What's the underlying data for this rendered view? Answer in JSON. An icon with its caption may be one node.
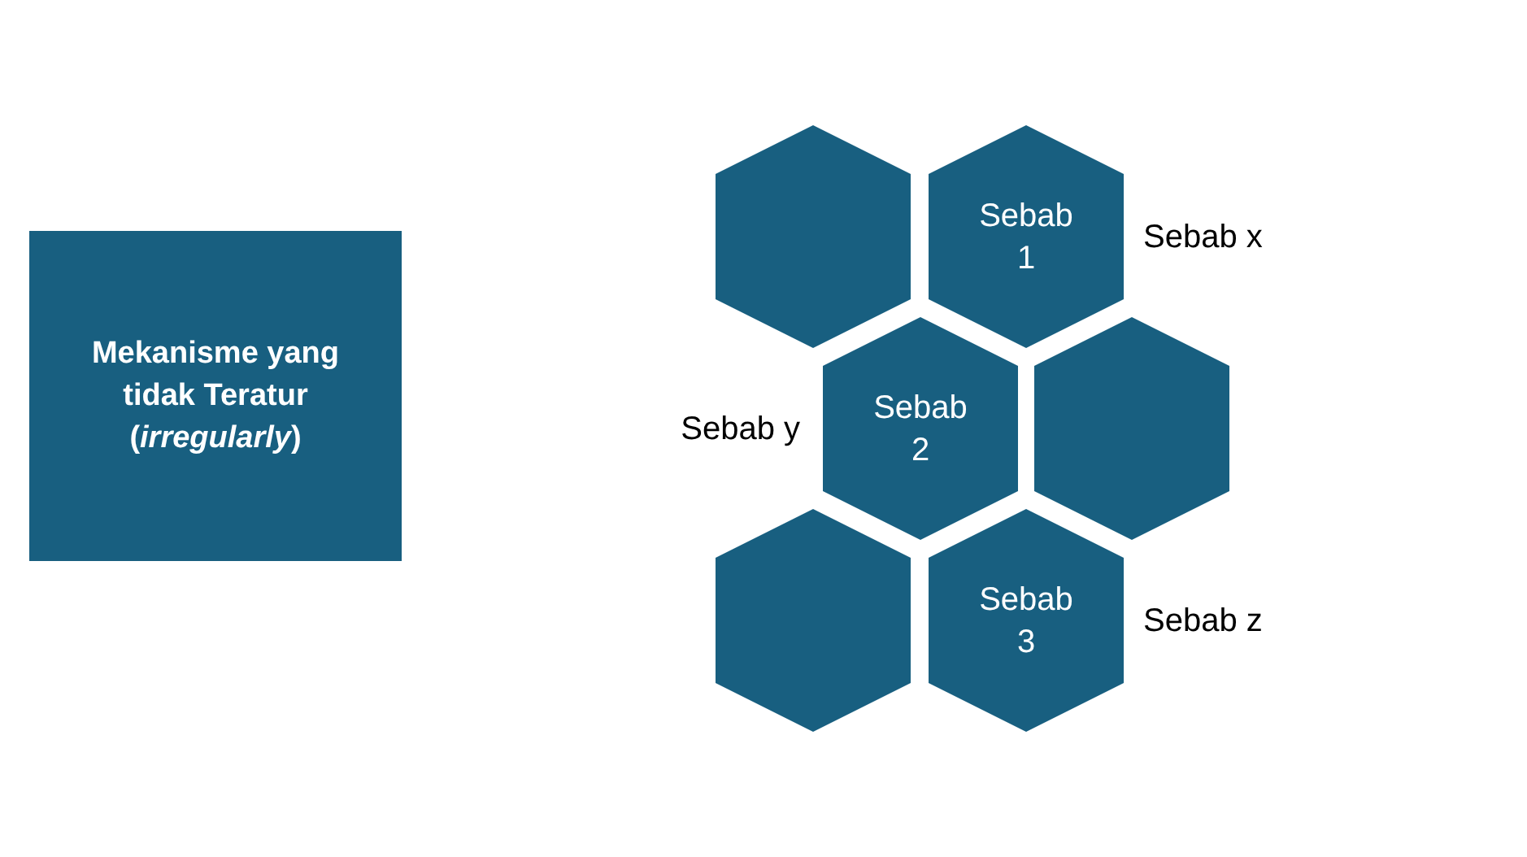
{
  "diagram": {
    "nodes": [
      {
        "text": [
          "Mekanisme yang tidak Teratur (*irregularly*)"
        ]
      },
      {
        "text": [],
        "shape": "hexagon"
      },
      {
        "text": [
          "Sebab 1"
        ],
        "beside": [
          "Sebab x"
        ]
      },
      {
        "text": [
          "Sebab 2"
        ],
        "beside": [
          "Sebab y"
        ]
      },
      {
        "text": [],
        "shape": "hexagon"
      },
      {
        "text": [],
        "shape": "hexagon"
      },
      {
        "text": [
          "Sebab 3"
        ],
        "beside": [
          "Sebab z"
        ]
      }
    ]
  }
}
